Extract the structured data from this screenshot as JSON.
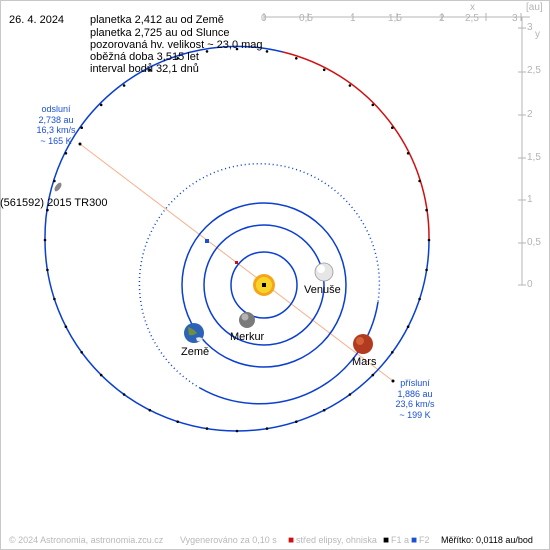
{
  "date": "26. 4. 2024",
  "info": {
    "dist_earth": "planetka 2,412 au od Země",
    "dist_sun": "planetka 2,725 au od Slunce",
    "magnitude": "pozorovaná hv. velikost ~ 23,0 mag",
    "period": "oběžná doba 3,515 let",
    "interval": "interval bodů 32,1 dnů"
  },
  "axes": {
    "x_ticks": [
      "0",
      "0,5",
      "1",
      "1,5",
      "2",
      "2,5",
      "3"
    ],
    "x_name": "x",
    "y_ticks": [
      "3",
      "2,5",
      "2",
      "1,5",
      "1",
      "0,5",
      "0"
    ],
    "y_name": "y",
    "unit": "[au]"
  },
  "aphelion": {
    "title": "odsluní",
    "dist": "2,738 au",
    "speed": "16,3 km/s",
    "temp": "~ 165 K"
  },
  "perihelion": {
    "title": "přísluní",
    "dist": "1,886 au",
    "speed": "23,6 km/s",
    "temp": "~ 199 K"
  },
  "asteroid_name": "(561592) 2015 TR300",
  "planets": {
    "venus": "Venuše",
    "mercury": "Merkur",
    "earth": "Země",
    "mars": "Mars"
  },
  "footer": {
    "copyright": "© 2024 Astronomia, astronomia.zcu.cz",
    "generated": "Vygenerováno za 0,10 s",
    "legend_center": "střed elipsy, ohniska",
    "legend_f1": "F1 a",
    "legend_f2": "F2",
    "scale": "Měřítko: 0,0118 au/bod"
  },
  "colors": {
    "orbit_blue": "#0a3fd0",
    "orbit_red": "#d01010",
    "axis_gray": "#b4b4b4",
    "text_blue": "#1a4fd6"
  }
}
